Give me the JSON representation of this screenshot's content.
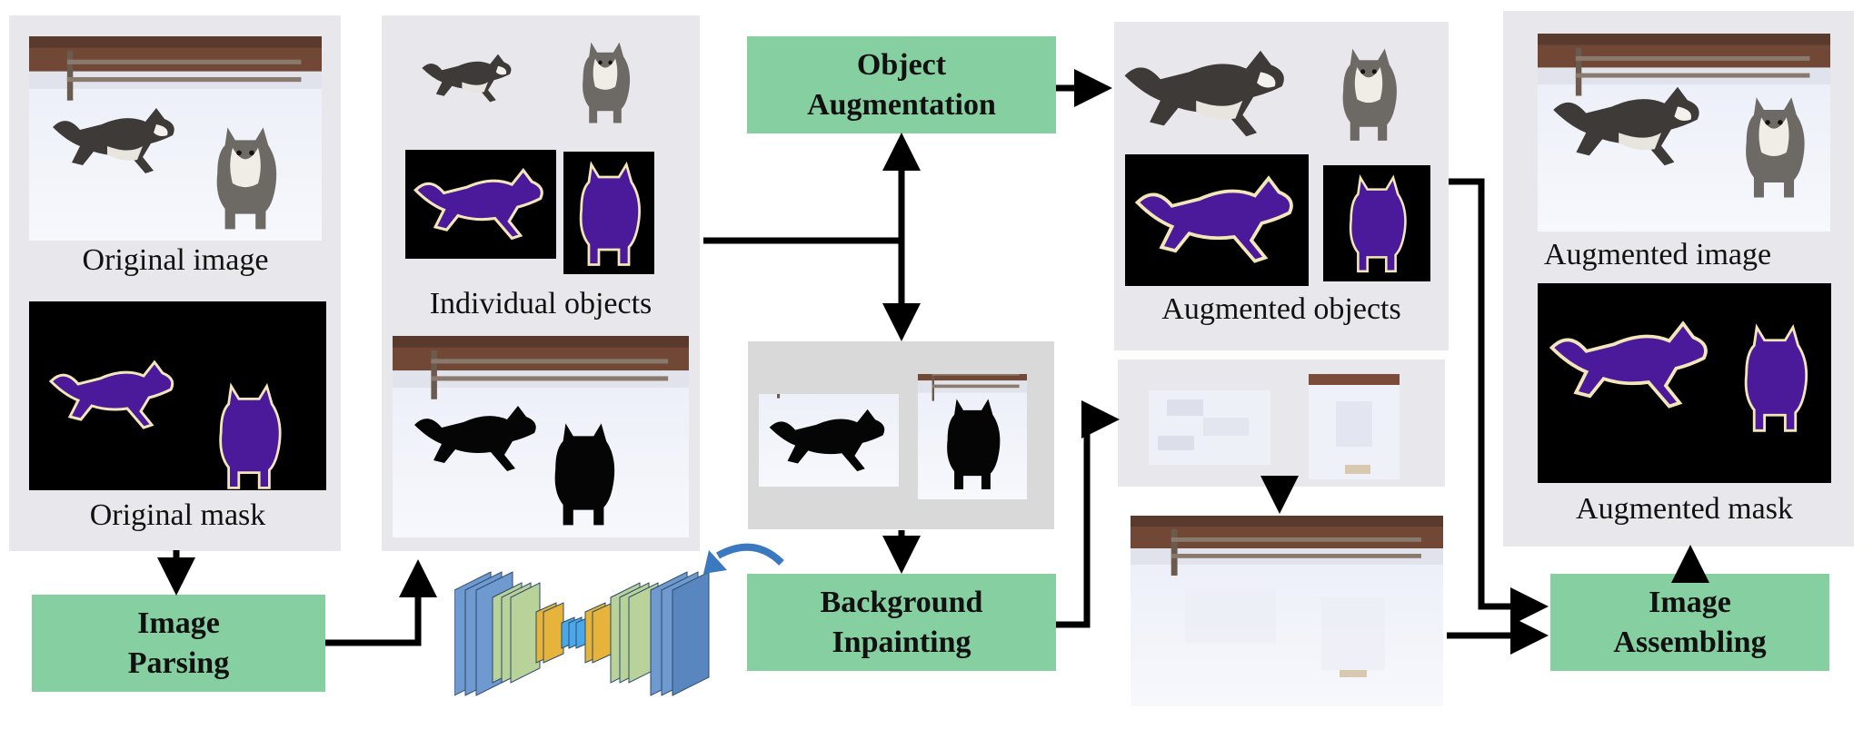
{
  "labels": {
    "original_image": "Original image",
    "original_mask": "Original mask",
    "individual_objects": "Individual objects",
    "augmented_objects": "Augmented objects",
    "augmented_image": "Augmented image",
    "augmented_mask": "Augmented mask"
  },
  "boxes": {
    "image_parsing": [
      "Image",
      "Parsing"
    ],
    "object_augmentation": [
      "Object",
      "Augmentation"
    ],
    "background_inpainting": [
      "Background",
      "Inpainting"
    ],
    "image_assembling": [
      "Image",
      "Assembling"
    ]
  },
  "colors": {
    "box_fill": "#86cfa0",
    "panel_fill": "#e8e8ec",
    "mask_fill": "#4a1a9a",
    "mask_outline": "#f3e6b8",
    "arrow": "#000000",
    "curved_arrow": "#3a78c0"
  }
}
